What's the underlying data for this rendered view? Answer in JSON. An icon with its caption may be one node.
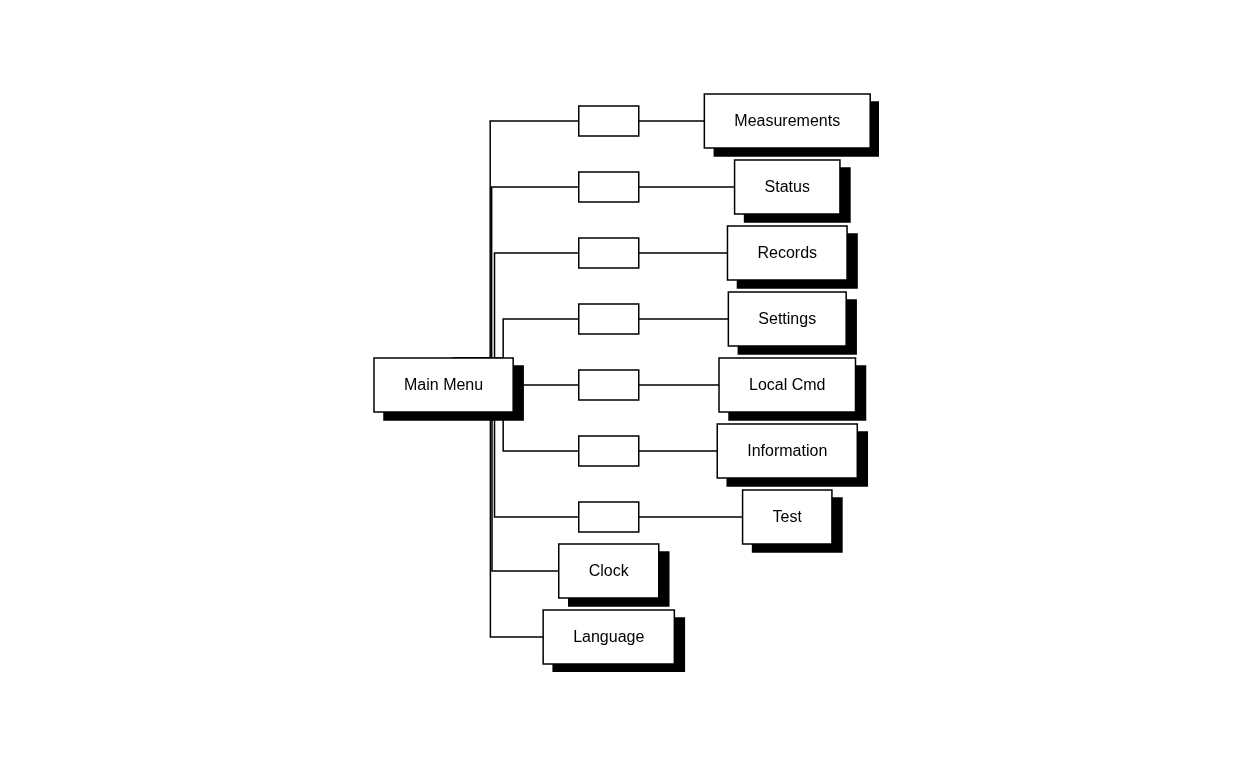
{
  "diagram": {
    "nodes": [
      {
        "text": [
          "Main Menu"
        ]
      },
      {
        "text": [],
        "shape": "box"
      },
      {
        "text": [
          "Measurements"
        ]
      },
      {
        "text": [],
        "shape": "box"
      },
      {
        "text": [
          "Status"
        ]
      },
      {
        "text": [],
        "shape": "box"
      },
      {
        "text": [
          "Records"
        ]
      },
      {
        "text": [],
        "shape": "box"
      },
      {
        "text": [
          "Settings"
        ]
      },
      {
        "text": [],
        "shape": "box"
      },
      {
        "text": [
          "Local Cmd"
        ]
      },
      {
        "text": [],
        "shape": "box"
      },
      {
        "text": [
          "Information"
        ]
      },
      {
        "text": [],
        "shape": "box"
      },
      {
        "text": [
          "Test"
        ]
      },
      {
        "text": [
          "Clock"
        ]
      },
      {
        "text": [
          "Language"
        ]
      }
    ],
    "edges": [
      {
        "from": 0,
        "to": 1,
        "arrow": "none"
      },
      {
        "from": 1,
        "to": 2,
        "arrow": "none"
      },
      {
        "from": 0,
        "to": 3,
        "arrow": "none"
      },
      {
        "from": 3,
        "to": 4,
        "arrow": "none"
      },
      {
        "from": 0,
        "to": 5,
        "arrow": "none"
      },
      {
        "from": 5,
        "to": 6,
        "arrow": "none"
      },
      {
        "from": 0,
        "to": 7,
        "arrow": "none"
      },
      {
        "from": 7,
        "to": 8,
        "arrow": "none"
      },
      {
        "from": 0,
        "to": 9,
        "arrow": "none"
      },
      {
        "from": 9,
        "to": 10,
        "arrow": "none"
      },
      {
        "from": 0,
        "to": 11,
        "arrow": "none"
      },
      {
        "from": 11,
        "to": 12,
        "arrow": "none"
      },
      {
        "from": 0,
        "to": 13,
        "arrow": "none"
      },
      {
        "from": 13,
        "to": 14,
        "arrow": "none"
      },
      {
        "from": 0,
        "to": 15,
        "arrow": "none"
      },
      {
        "from": 0,
        "to": 16,
        "arrow": "none"
      }
    ]
  }
}
